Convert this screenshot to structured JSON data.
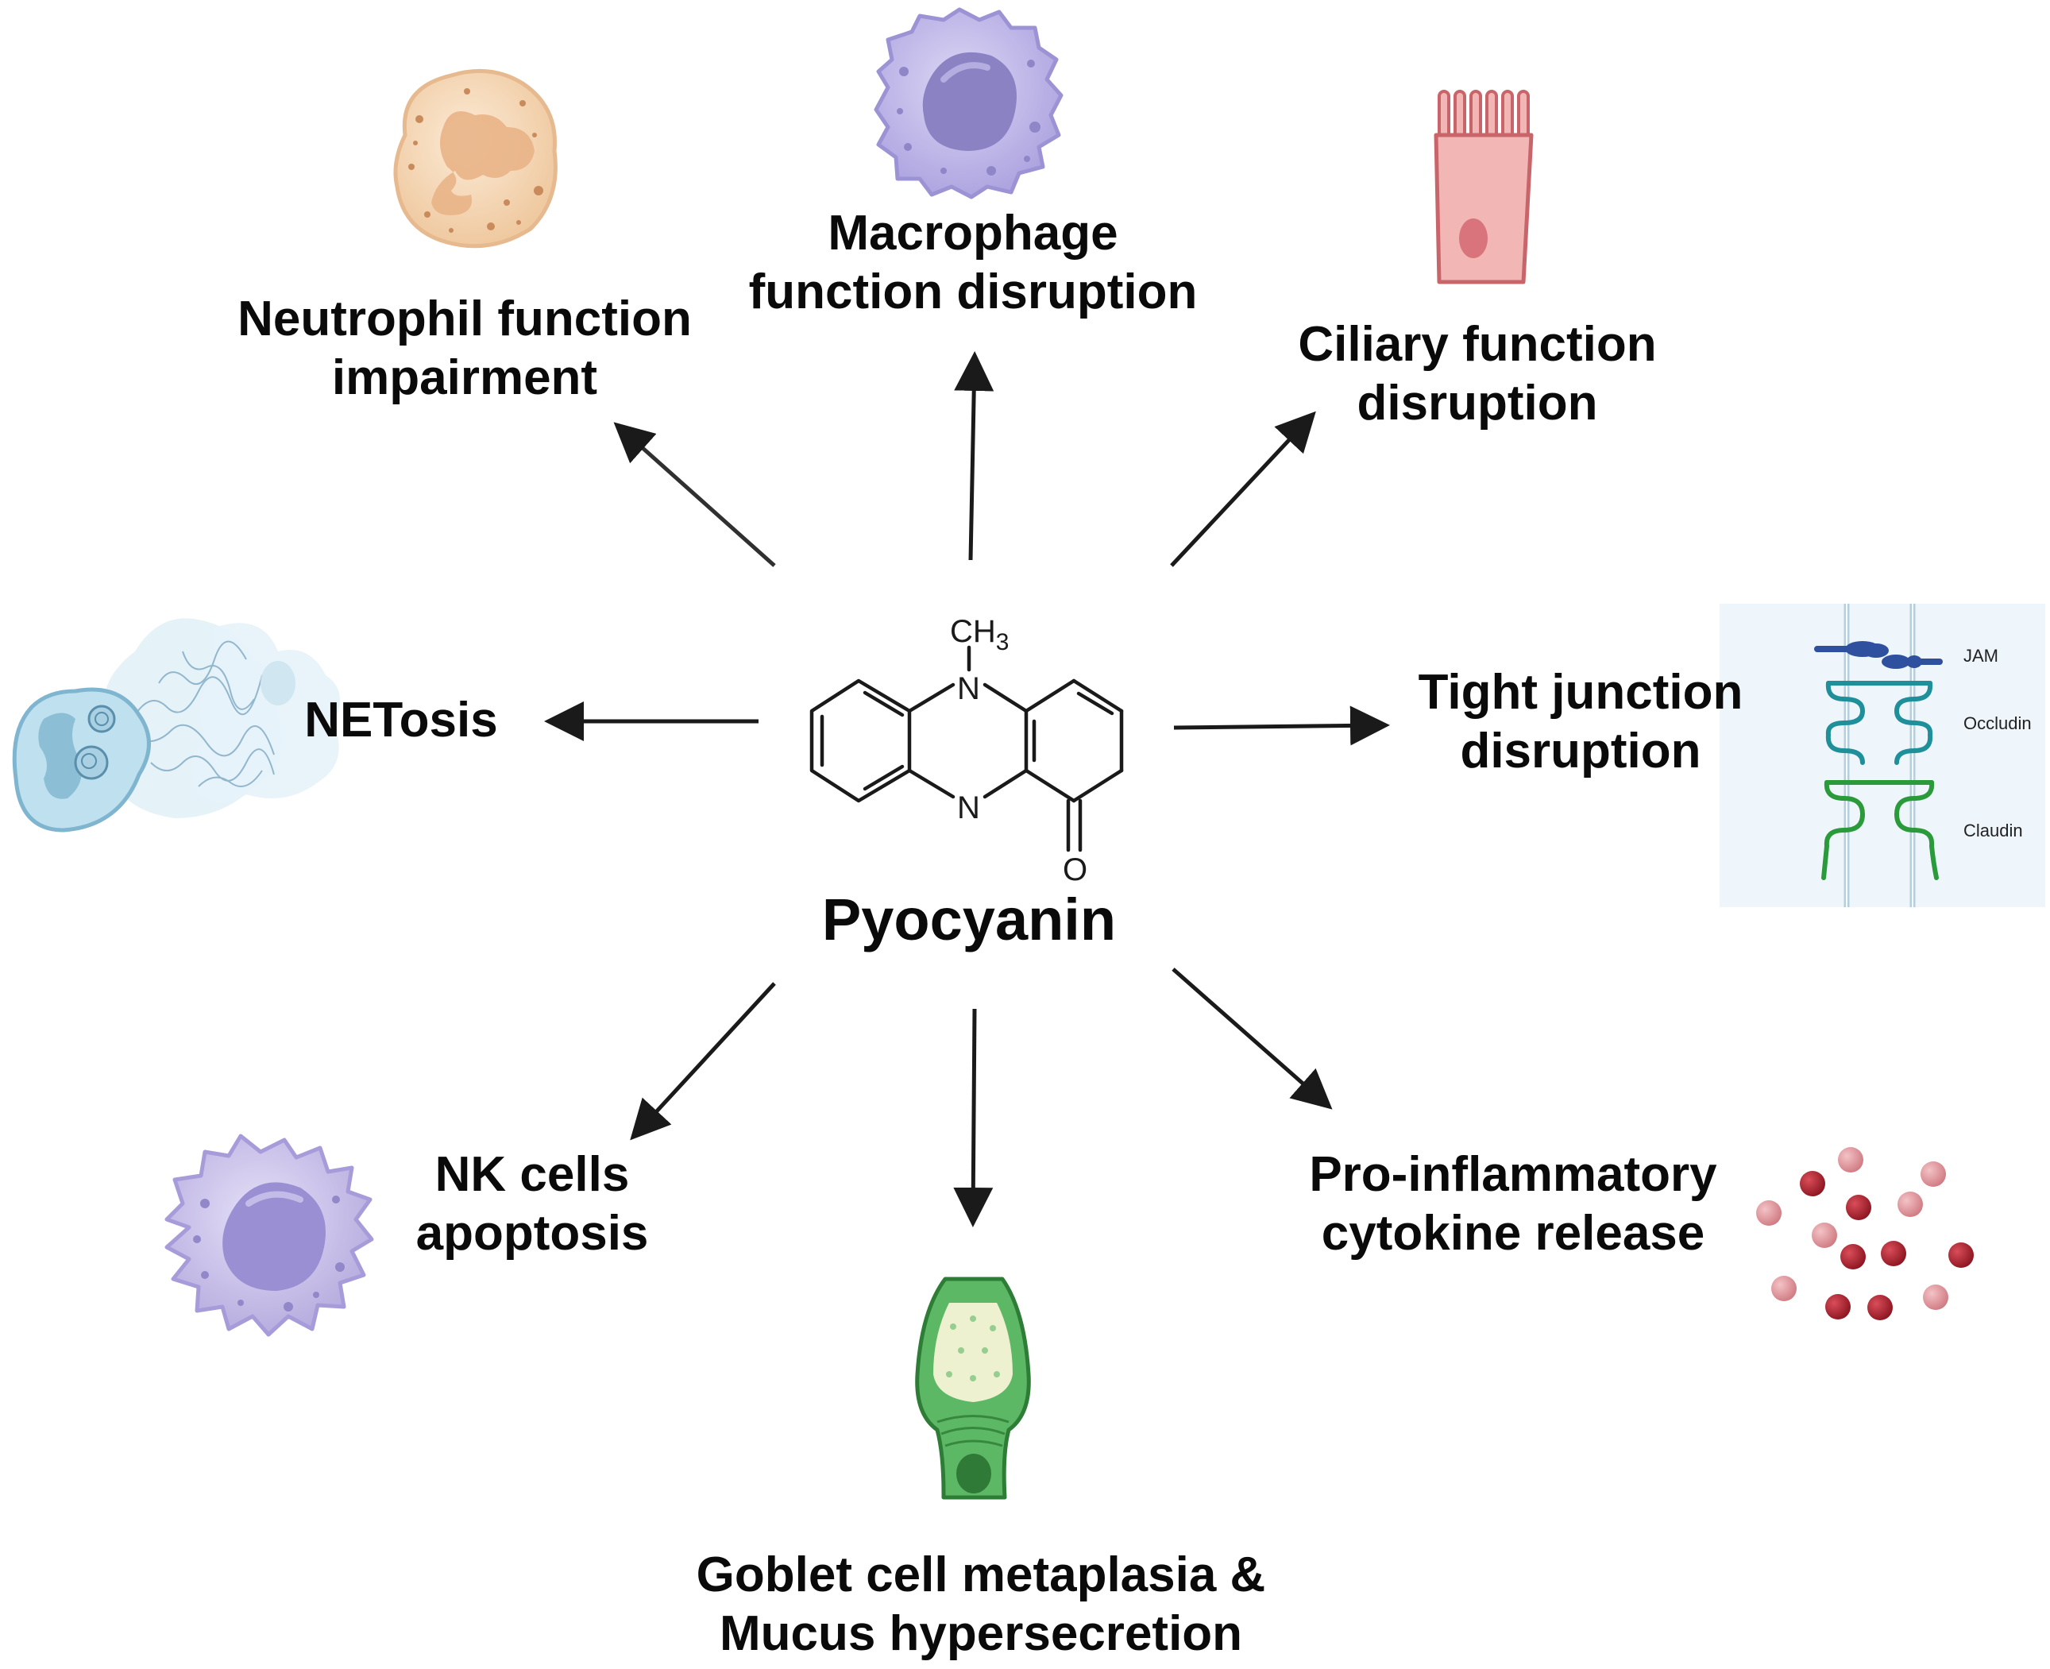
{
  "center": {
    "title": "Pyocyanin",
    "methyl_label": "CH",
    "methyl_sub": "3",
    "n_top": "N",
    "n_bottom": "N",
    "o_label": "O"
  },
  "effects": {
    "neutrophil": {
      "line1": "Neutrophil function",
      "line2": "impairment"
    },
    "macrophage": {
      "line1": "Macrophage",
      "line2": "function disruption"
    },
    "ciliary": {
      "line1": "Ciliary function",
      "line2": "disruption"
    },
    "netosis": {
      "line1": "NETosis"
    },
    "tight_junction": {
      "line1": "Tight junction",
      "line2": "disruption"
    },
    "nk_cells": {
      "line1": "NK cells",
      "line2": "apoptosis"
    },
    "goblet": {
      "line1": "Goblet cell metaplasia &",
      "line2": "Mucus hypersecretion"
    },
    "cytokine": {
      "line1": "Pro-inflammatory",
      "line2": "cytokine release"
    }
  },
  "junction_labels": {
    "jam": "JAM",
    "occludin": "Occludin",
    "claudin": "Claudin"
  },
  "colors": {
    "arrow": "#1a1a1a",
    "neutrophil": "#f6d9b8",
    "macrophage": "#c9c3ec",
    "ciliated_cell": "#f2b6b4",
    "netosis": "#bfe0ee",
    "junction_bg": "#eef6fb",
    "jam": "#2f4f9f",
    "occludin": "#1f8f9a",
    "claudin": "#2a9a3a",
    "goblet": "#5db865",
    "cytokine_dark": "#b0202e",
    "cytokine_light": "#e59aa0"
  }
}
